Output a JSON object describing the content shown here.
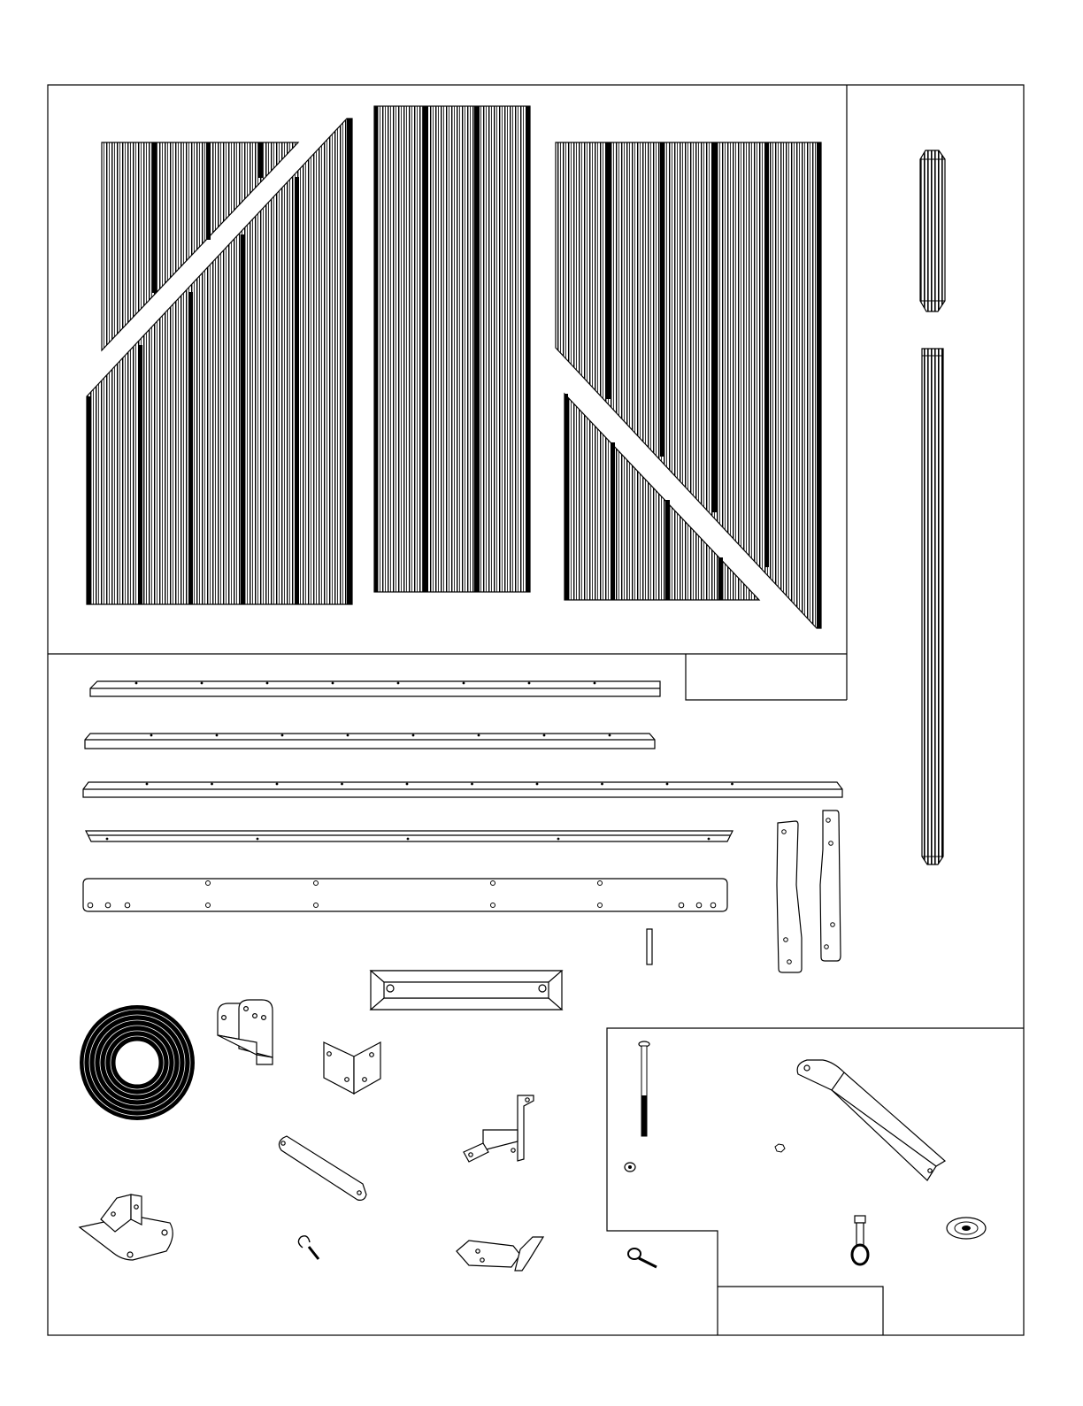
{
  "diagram": {
    "kind": "parts-layout",
    "labels": [],
    "colors": {
      "ink": "#000000",
      "paper": "#ffffff"
    },
    "parts": [
      "panel-a",
      "panel-b",
      "panel-c",
      "post-short",
      "post-long",
      "rail-1",
      "rail-2",
      "rail-3",
      "rail-4",
      "flat-bar",
      "strap-left",
      "strap-right",
      "pin",
      "channel-bracket",
      "rubber-coil",
      "u-bracket",
      "corner-bracket",
      "flat-strap",
      "z-bracket",
      "base-plate",
      "screw-hook",
      "small-bracket",
      "long-bolt",
      "washer",
      "nut",
      "angle-arm",
      "eye-bolt",
      "eye-screw",
      "round-washer"
    ]
  }
}
